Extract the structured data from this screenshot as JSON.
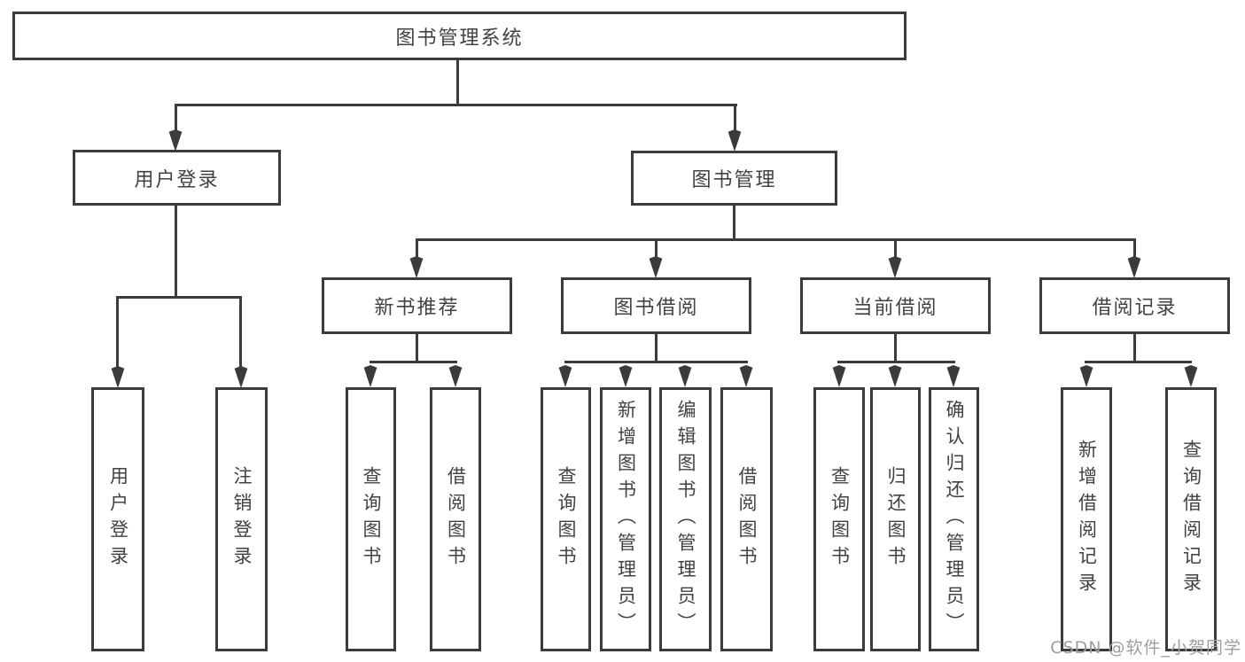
{
  "tree": {
    "root": {
      "label": "图书管理系统"
    },
    "children": [
      {
        "label": "用户登录",
        "children": [
          {
            "label": "用户登录"
          },
          {
            "label": "注销登录"
          }
        ]
      },
      {
        "label": "图书管理",
        "children": [
          {
            "label": "新书推荐",
            "children": [
              {
                "label": "查询图书"
              },
              {
                "label": "借阅图书"
              }
            ]
          },
          {
            "label": "图书借阅",
            "children": [
              {
                "label": "查询图书"
              },
              {
                "label": "新增图书（管理员）"
              },
              {
                "label": "编辑图书（管理员）"
              },
              {
                "label": "借阅图书"
              }
            ]
          },
          {
            "label": "当前借阅",
            "children": [
              {
                "label": "查询图书"
              },
              {
                "label": "归还图书"
              },
              {
                "label": "确认归还（管理员）"
              }
            ]
          },
          {
            "label": "借阅记录",
            "children": [
              {
                "label": "新增借阅记录"
              },
              {
                "label": "查询借阅记录"
              }
            ]
          }
        ]
      }
    ]
  },
  "watermark": {
    "text": "CSDN @软件_小贺同学"
  },
  "colors": {
    "line": "#3b3b3b",
    "text": "#424242",
    "watermark": "#9e9e9e",
    "background": "#ffffff"
  }
}
